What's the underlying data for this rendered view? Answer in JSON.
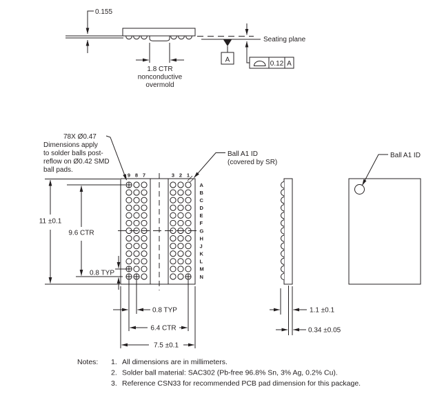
{
  "colors": {
    "line": "#231f20",
    "background": "#ffffff"
  },
  "side_view_top": {
    "dim_substrate_thickness": "0.155",
    "seating_plane_label": "Seating plane",
    "datum_label": "A",
    "fcf": {
      "symbol": "profile-of-surface",
      "tolerance": "0.12",
      "datum": "A"
    },
    "overmold_note": {
      "line1": "1.8 CTR",
      "line2": "nonconductive",
      "line3": "overmold"
    }
  },
  "bottom_view": {
    "balls_note": {
      "line1": "78X Ø0.47",
      "line2": "Dimensions apply",
      "line3": "to solder balls post-",
      "line4": "reflow on Ø0.42 SMD",
      "line5": "ball pads."
    },
    "ball_a1_label": {
      "line1": "Ball A1 ID",
      "line2": "(covered by SR)"
    },
    "col_labels_left": [
      "9",
      "8",
      "7"
    ],
    "col_labels_right": [
      "3",
      "2",
      "1"
    ],
    "row_labels": [
      "A",
      "B",
      "C",
      "D",
      "E",
      "F",
      "G",
      "H",
      "J",
      "K",
      "L",
      "M",
      "N"
    ],
    "crosshair_balls": [
      "A-9",
      "M-9",
      "N-9",
      "N-8",
      "N-1"
    ],
    "dims": {
      "height": "11 ±0.1",
      "rows_ctr": "9.6 CTR",
      "row_pitch": "0.8 TYP",
      "col_pitch": "0.8 TYP",
      "cols_ctr": "6.4 CTR",
      "width": "7.5 ±0.1"
    }
  },
  "side_view_right": {
    "dims": {
      "total_thickness": "1.1 ±0.1",
      "substrate_thickness": "0.34 ±0.05"
    }
  },
  "top_view": {
    "ball_a1_label": "Ball A1 ID"
  },
  "notes": {
    "heading": "Notes:",
    "items": [
      {
        "num": "1.",
        "text": "All dimensions are in millimeters."
      },
      {
        "num": "2.",
        "text": "Solder ball material: SAC302 (Pb-free 96.8% Sn, 3% Ag, 0.2% Cu)."
      },
      {
        "num": "3.",
        "text": "Reference CSN33 for recommended PCB pad dimension for this package."
      }
    ]
  }
}
